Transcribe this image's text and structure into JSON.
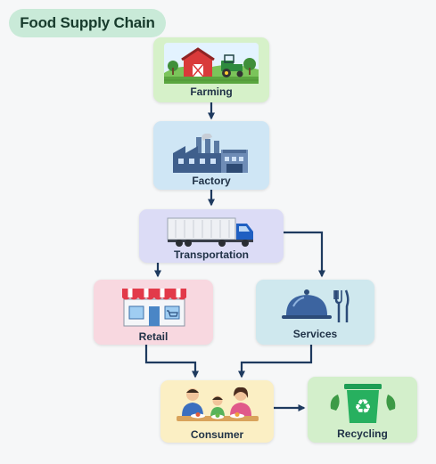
{
  "title": "Food Supply Chain",
  "nodes": {
    "farming": {
      "label": "Farming",
      "color": "#d6f1c9"
    },
    "factory": {
      "label": "Factory",
      "color": "#cfe6f5"
    },
    "transportation": {
      "label": "Transportation",
      "color": "#dcdcf6"
    },
    "retail": {
      "label": "Retail",
      "color": "#f8d8e0"
    },
    "services": {
      "label": "Services",
      "color": "#cfe8ee"
    },
    "consumer": {
      "label": "Consumer",
      "color": "#fbefc4"
    },
    "recycling": {
      "label": "Recycling",
      "color": "#d3efcb"
    }
  },
  "edges": [
    [
      "farming",
      "factory"
    ],
    [
      "factory",
      "transportation"
    ],
    [
      "transportation",
      "retail"
    ],
    [
      "transportation",
      "services"
    ],
    [
      "retail",
      "consumer"
    ],
    [
      "services",
      "consumer"
    ],
    [
      "consumer",
      "recycling"
    ]
  ],
  "arrow_color": "#1e3a5f",
  "icons": {
    "farming": "barn-and-tractor-icon",
    "factory": "factory-icon",
    "transportation": "truck-icon",
    "retail": "storefront-icon",
    "services": "cloche-and-cutlery-icon",
    "consumer": "family-eating-icon",
    "recycling": "recycle-bin-icon"
  }
}
